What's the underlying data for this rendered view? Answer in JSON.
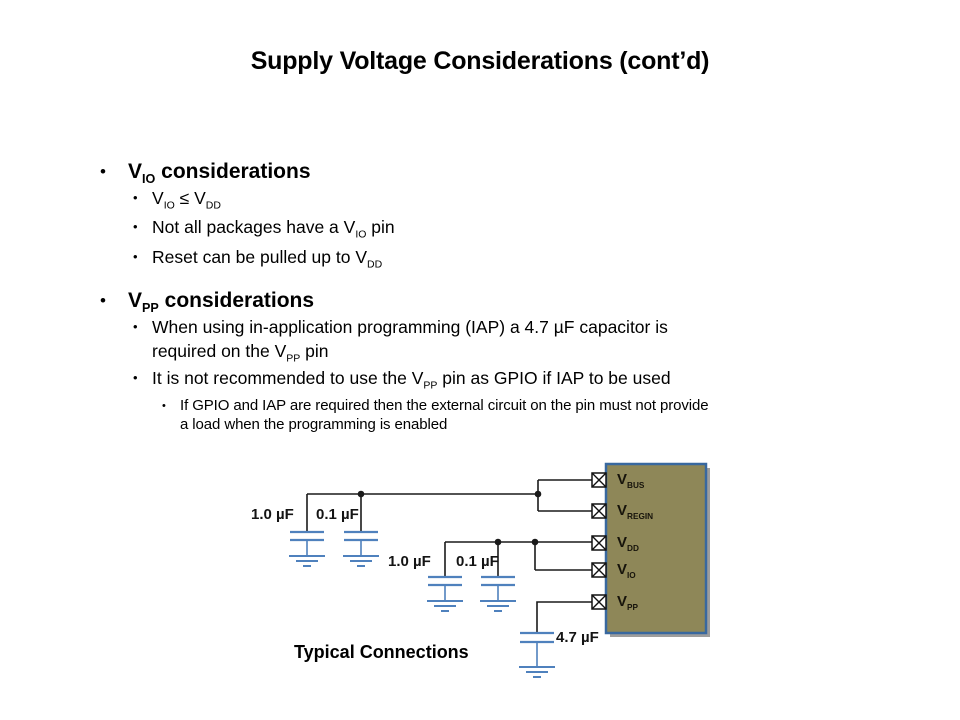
{
  "slide": {
    "title": "Supply Voltage Considerations (cont’d)"
  },
  "bullets": {
    "marker": "•",
    "vio": {
      "heading": [
        {
          "t": "V"
        },
        {
          "t": "IO",
          "sub": true
        },
        {
          "t": " considerations"
        }
      ],
      "items": [
        [
          {
            "t": "V"
          },
          {
            "t": "IO",
            "sub": true
          },
          {
            "t": " ≤ V"
          },
          {
            "t": "DD",
            "sub": true
          }
        ],
        [
          {
            "t": "Not all packages have a V"
          },
          {
            "t": "IO",
            "sub": true
          },
          {
            "t": " pin"
          }
        ],
        [
          {
            "t": "Reset can be pulled up to V"
          },
          {
            "t": "DD",
            "sub": true
          }
        ]
      ]
    },
    "vpp": {
      "heading": [
        {
          "t": "V"
        },
        {
          "t": "PP",
          "sub": true
        },
        {
          "t": " considerations"
        }
      ],
      "item_iap_lines": [
        [
          {
            "t": "When using in-application programming  (IAP) a 4.7 µF capacitor is"
          }
        ],
        [
          {
            "t": "required on the V"
          },
          {
            "t": "PP",
            "sub": true
          },
          {
            "t": " pin"
          }
        ]
      ],
      "item_gpio": [
        {
          "t": "It is not recommended  to use the V"
        },
        {
          "t": "PP",
          "sub": true
        },
        {
          "t": " pin as GPIO if IAP to be used"
        }
      ],
      "subitem_lines": [
        [
          {
            "t": "If GPIO and IAP are required then the external circuit on the pin must not provide"
          }
        ],
        [
          {
            "t": "a load when the programming is enabled"
          }
        ]
      ]
    }
  },
  "diagram": {
    "caption": "Typical Connections",
    "capacitors": [
      {
        "id": "c1",
        "label": "1.0 µF"
      },
      {
        "id": "c2",
        "label": "0.1 µF"
      },
      {
        "id": "c3",
        "label": "1.0 µF"
      },
      {
        "id": "c4",
        "label": "0.1 µF"
      },
      {
        "id": "c5",
        "label": "4.7 µF"
      }
    ],
    "pins": [
      {
        "name": "VBUS",
        "label": [
          {
            "t": "V"
          },
          {
            "t": "BUS",
            "sub": true
          }
        ]
      },
      {
        "name": "VREGIN",
        "label": [
          {
            "t": "V"
          },
          {
            "t": "REGIN",
            "sub": true
          }
        ]
      },
      {
        "name": "VDD",
        "label": [
          {
            "t": "V"
          },
          {
            "t": "DD",
            "sub": true
          }
        ]
      },
      {
        "name": "VIO",
        "label": [
          {
            "t": "V"
          },
          {
            "t": "IO",
            "sub": true
          }
        ]
      },
      {
        "name": "VPP",
        "label": [
          {
            "t": "V"
          },
          {
            "t": "PP",
            "sub": true
          }
        ]
      }
    ],
    "colors": {
      "chip_fill": "#8e8758",
      "chip_border": "#38689f",
      "component_blue": "#4f81bd",
      "wire": "#1a1a1a",
      "shadow": "#9d9d9d"
    }
  }
}
